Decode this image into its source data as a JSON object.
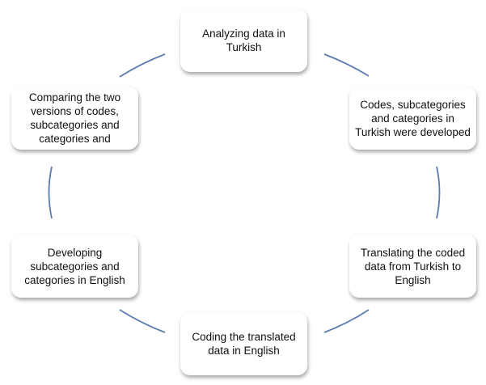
{
  "diagram": {
    "type": "cycle",
    "line_color": "#5a7cb0",
    "steps": [
      {
        "label": "Analyzing data in Turkish"
      },
      {
        "label": "Codes, subcategories and categories in Turkish were developed"
      },
      {
        "label": "Translating the coded data from Turkish to English"
      },
      {
        "label": "Coding the translated data in English"
      },
      {
        "label": "Developing subcategories and categories in English"
      },
      {
        "label": "Comparing the two versions of codes, subcategories and categories and"
      }
    ]
  }
}
